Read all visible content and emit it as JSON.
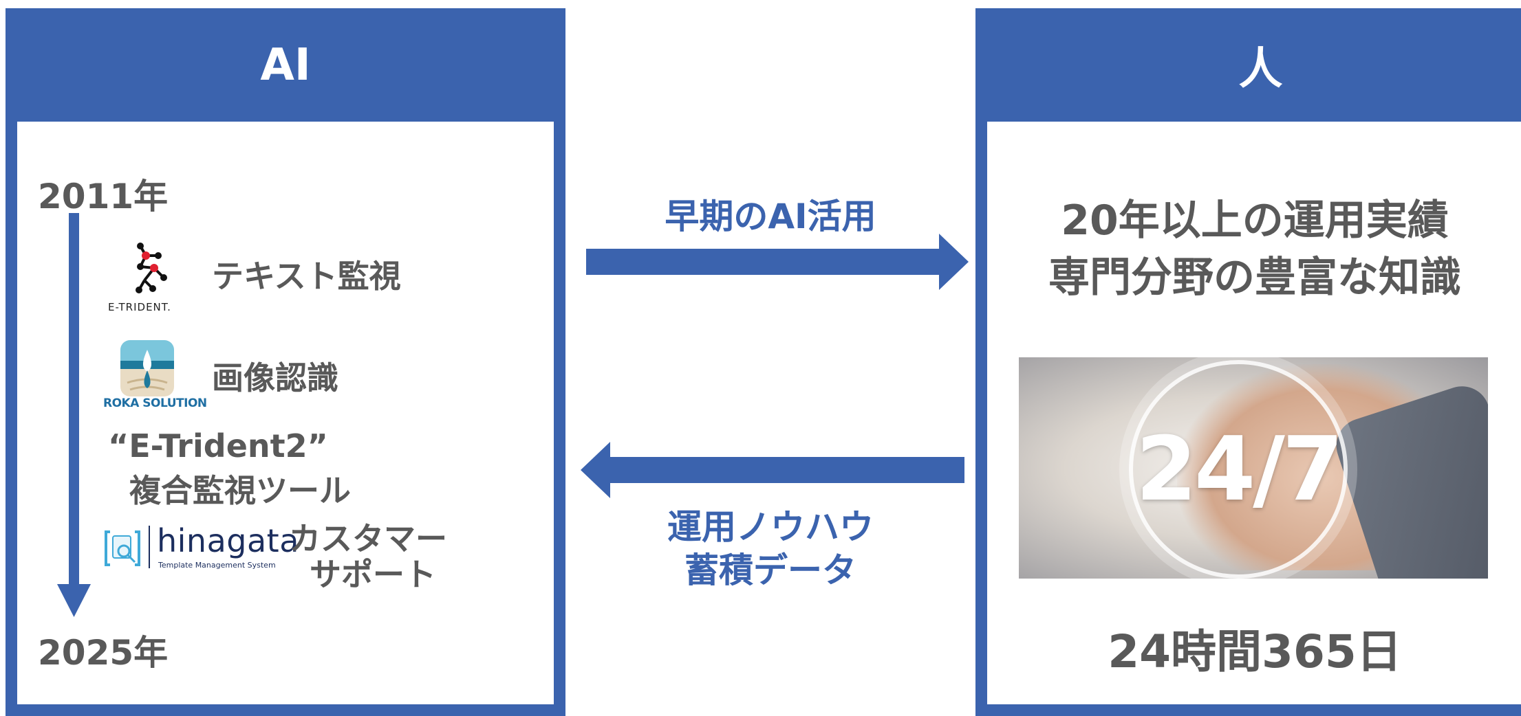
{
  "left_panel": {
    "title": "AI",
    "start_year": "2011年",
    "end_year": "2025年",
    "items": [
      {
        "logo_text": "E-TRIDENT.",
        "label": "テキスト監視",
        "icon": "e-trident-logo-icon"
      },
      {
        "logo_text": "ROKA SOLUTION",
        "label": "画像認識",
        "icon": "roka-solution-logo-icon"
      },
      {
        "label_line1": "“E-Trident2”",
        "label_line2": "複合監視ツール"
      },
      {
        "logo_name": "hinagata",
        "logo_tagline": "Template Management System",
        "label_line1": "カスタマー",
        "label_line2": "サポート",
        "icon": "hinagata-logo-icon"
      }
    ]
  },
  "arrows": {
    "forward_label": "早期のAI活用",
    "backward_label_line1": "運用ノウハウ",
    "backward_label_line2": "蓄積データ"
  },
  "right_panel": {
    "title": "人",
    "line1": "20年以上の運用実績",
    "line2": "専門分野の豊富な知識",
    "photo_badge": "24/7",
    "bottom_text": "24時間365日"
  },
  "colors": {
    "brand_blue": "#3b63ae",
    "text_gray": "#595959"
  }
}
